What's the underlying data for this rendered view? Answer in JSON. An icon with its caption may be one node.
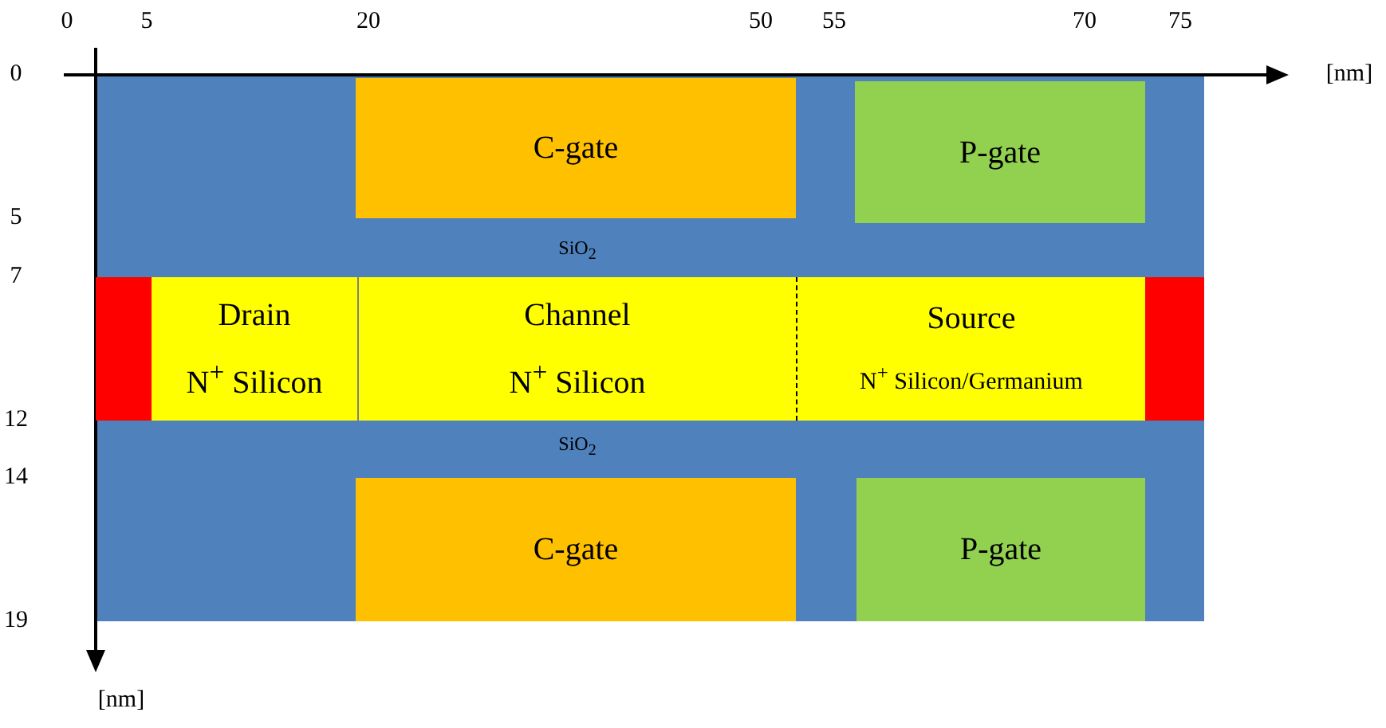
{
  "diagram": {
    "nodes": [
      {
        "text": [
          "C-gate"
        ]
      },
      {
        "text": [
          "P-gate"
        ]
      },
      {
        "text": [],
        "shape": "box"
      },
      {
        "text": [
          "Drain",
          "N$^{+}$ Silicon"
        ]
      },
      {
        "text": [
          "Channel",
          "N$^{+}$ Silicon"
        ]
      },
      {
        "text": [
          "Source",
          "N$^{+}$ Silicon/Germanium"
        ]
      },
      {
        "text": [],
        "shape": "box"
      },
      {
        "text": [
          "C-gate"
        ]
      },
      {
        "text": [
          "P-gate"
        ]
      }
    ],
    "edges": [],
    "labels": [
      "0",
      "5",
      "20",
      "50",
      "55",
      "70",
      "75",
      "0",
      "[nm]",
      "5",
      "SiO$_{2}$",
      "7",
      "12",
      "SiO$_{2}$",
      "14",
      "19",
      "[nm]"
    ]
  }
}
